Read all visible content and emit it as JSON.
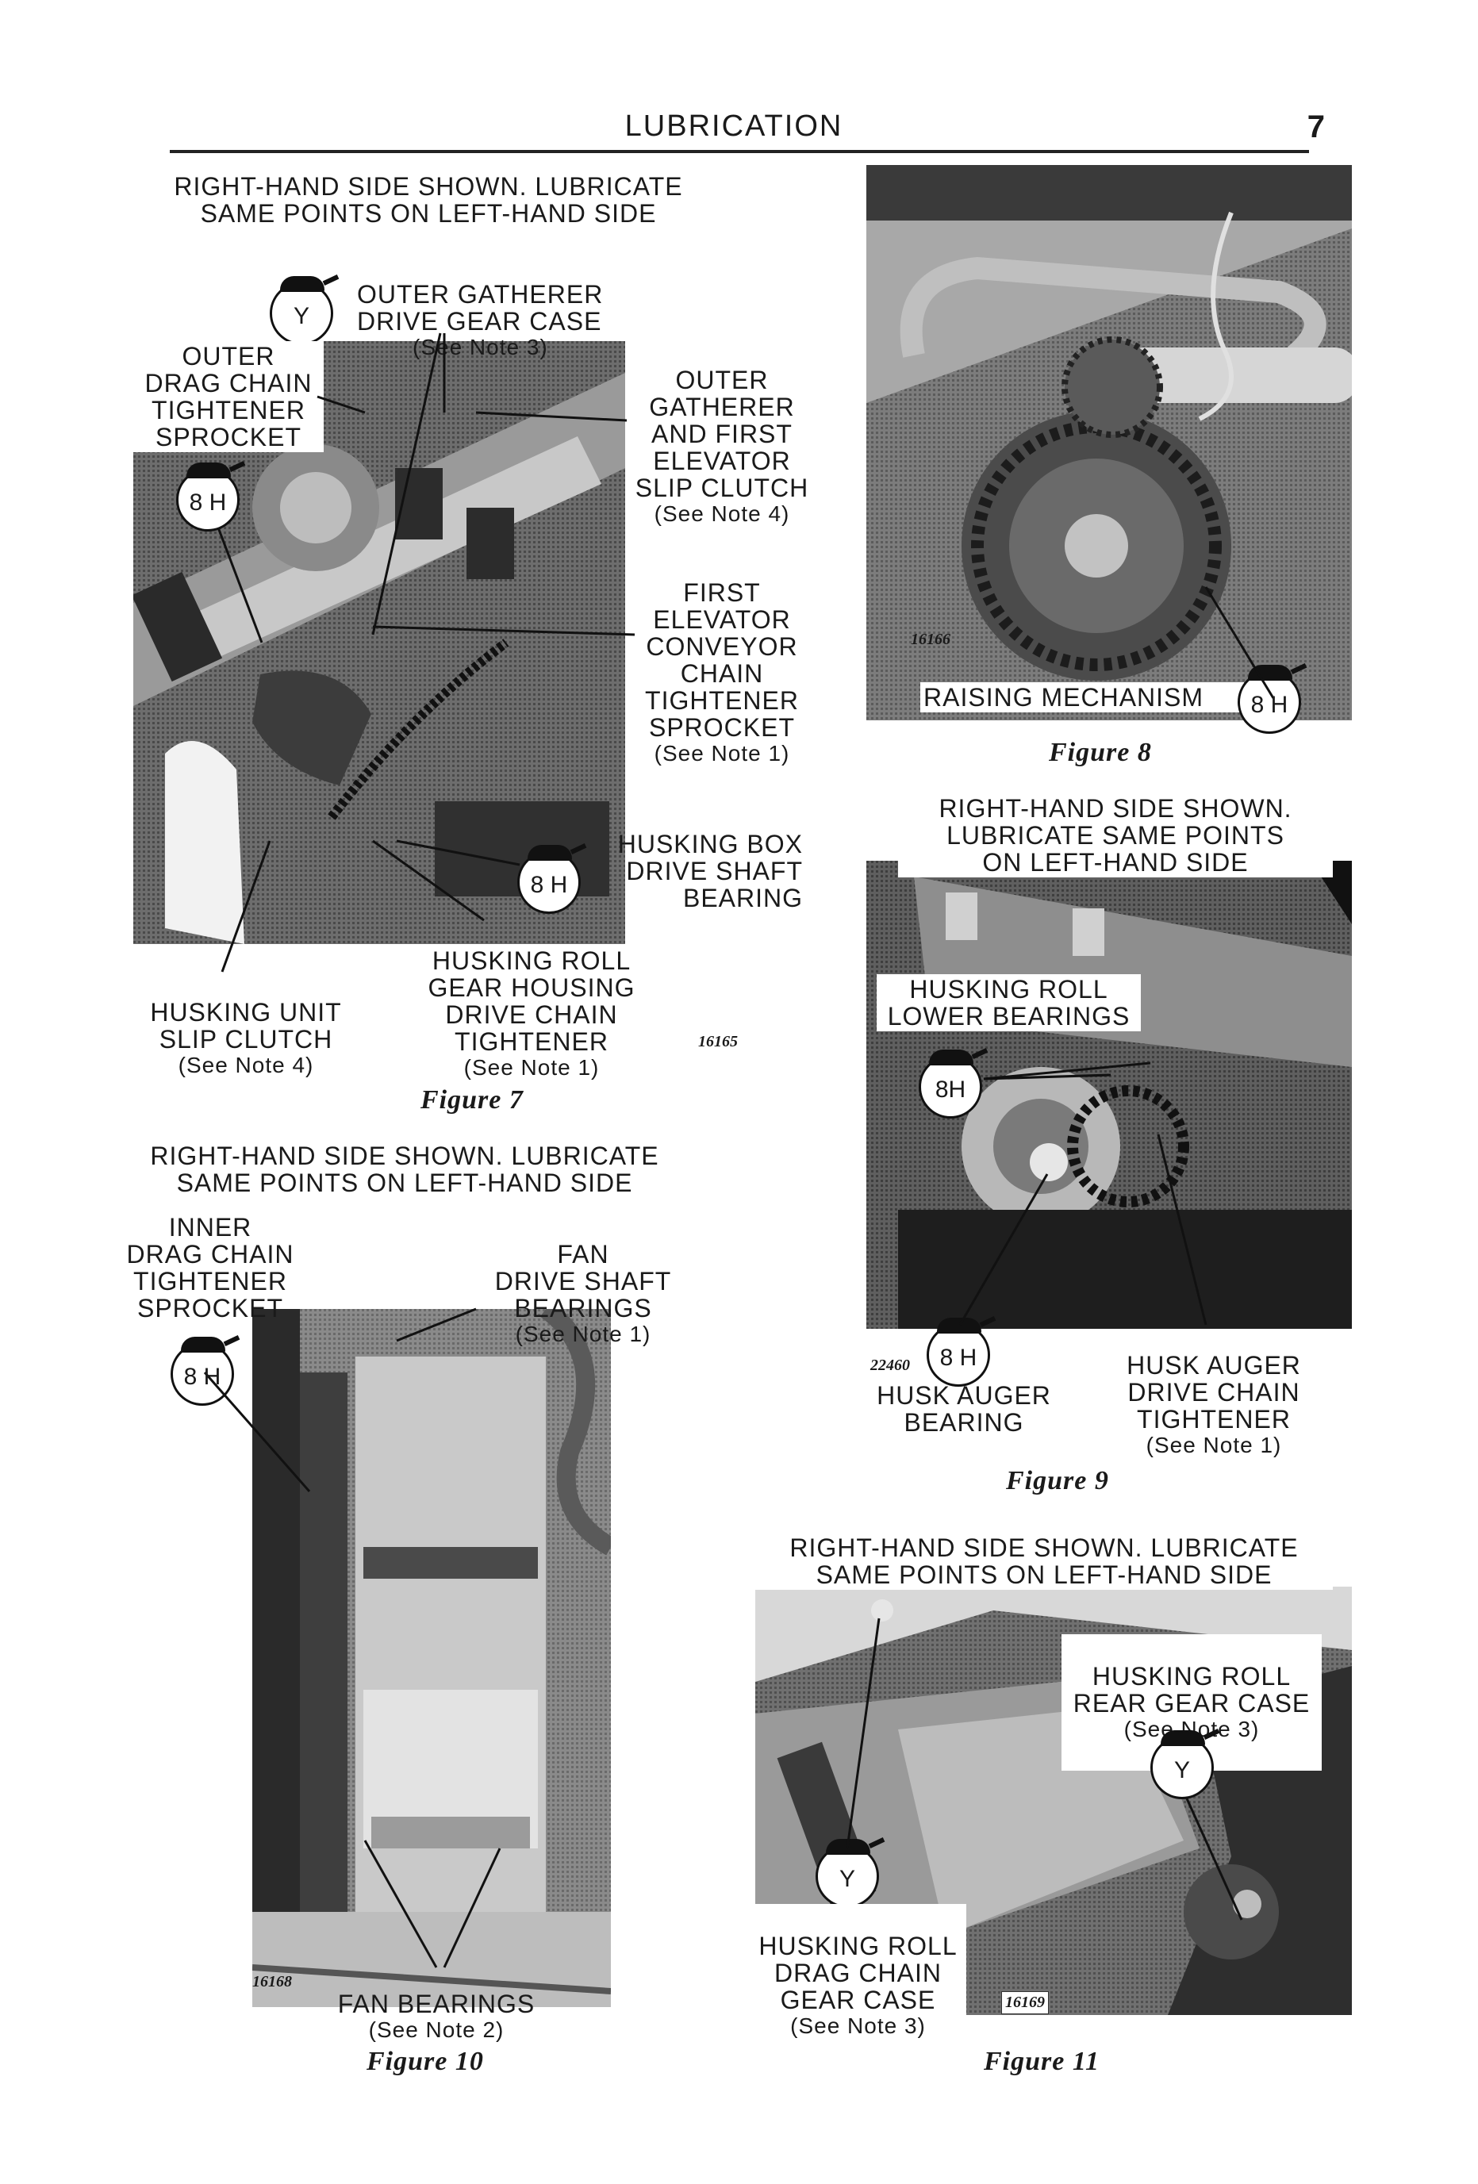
{
  "header": {
    "title": "LUBRICATION",
    "page_number": "7"
  },
  "figure7": {
    "heading": "RIGHT-HAND SIDE SHOWN. LUBRICATE\nSAME POINTS ON LEFT-HAND SIDE",
    "outer_gatherer": {
      "label": "OUTER GATHERER\nDRIVE GEAR CASE",
      "note": "(See Note 3)",
      "code": "Y"
    },
    "outer_drag": {
      "label": "OUTER\nDRAG CHAIN\nTIGHTENER\nSPROCKET",
      "code": "8 H"
    },
    "outer_gatherer_clutch": {
      "label": "OUTER\nGATHERER\nAND FIRST\nELEVATOR\nSLIP CLUTCH",
      "note": "(See Note 4)"
    },
    "first_elevator": {
      "label": "FIRST\nELEVATOR\nCONVEYOR\nCHAIN\nTIGHTENER\nSPROCKET",
      "note": "(See Note 1)"
    },
    "husking_box": {
      "label": "HUSKING BOX\nDRIVE SHAFT\nBEARING",
      "code": "8 H"
    },
    "husking_roll": {
      "label": "HUSKING ROLL\nGEAR HOUSING\nDRIVE CHAIN\nTIGHTENER",
      "note": "(See Note 1)"
    },
    "husking_unit": {
      "label": "HUSKING UNIT\nSLIP CLUTCH",
      "note": "(See Note 4)"
    },
    "photo_id": "16165",
    "caption": "Figure 7"
  },
  "figure8": {
    "label": "RAISING MECHANISM",
    "code": "8 H",
    "photo_id": "16166",
    "caption": "Figure 8"
  },
  "figure9": {
    "heading": "RIGHT-HAND SIDE SHOWN.\nLUBRICATE SAME POINTS\nON LEFT-HAND SIDE",
    "lower_bearings": {
      "label": "HUSKING ROLL\nLOWER BEARINGS",
      "code": "8H"
    },
    "husk_auger_bearing": {
      "label": "HUSK AUGER\nBEARING",
      "code": "8 H"
    },
    "husk_auger_drive": {
      "label": "HUSK AUGER\nDRIVE CHAIN\nTIGHTENER",
      "note": "(See Note 1)"
    },
    "photo_id": "22460",
    "caption": "Figure 9"
  },
  "figure10": {
    "heading": "RIGHT-HAND SIDE SHOWN. LUBRICATE\nSAME POINTS ON LEFT-HAND SIDE",
    "inner_drag": {
      "label": "INNER\nDRAG CHAIN\nTIGHTENER\nSPROCKET",
      "code": "8 H"
    },
    "fan_drive": {
      "label": "FAN\nDRIVE SHAFT\nBEARINGS",
      "note": "(See Note 1)"
    },
    "fan_bearings": {
      "label": "FAN BEARINGS",
      "note": "(See Note 2)"
    },
    "photo_id": "16168",
    "caption": "Figure 10"
  },
  "figure11": {
    "heading": "RIGHT-HAND SIDE SHOWN. LUBRICATE\nSAME POINTS ON LEFT-HAND SIDE",
    "rear_gear_case": {
      "label": "HUSKING ROLL\nREAR GEAR CASE",
      "note": "(See Note 3)",
      "code": "Y"
    },
    "drag_chain_gear_case": {
      "label": "HUSKING ROLL\nDRAG CHAIN\nGEAR CASE",
      "note": "(See Note 3)",
      "code": "Y"
    },
    "photo_id": "16169",
    "caption": "Figure 11"
  }
}
